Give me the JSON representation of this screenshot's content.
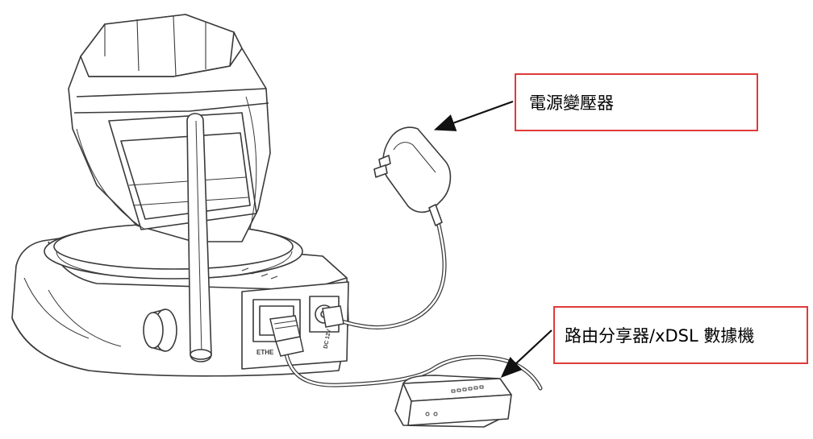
{
  "callouts": {
    "power_adapter": "電源變壓器",
    "router": "路由分享器/xDSL 數據機"
  },
  "camera_port_labels": {
    "ethernet": "ETHE",
    "dc_in": "DC 12V"
  },
  "colors": {
    "callout_border": "#e03a3a",
    "line_art": "#3a3a3a",
    "background": "#ffffff"
  }
}
